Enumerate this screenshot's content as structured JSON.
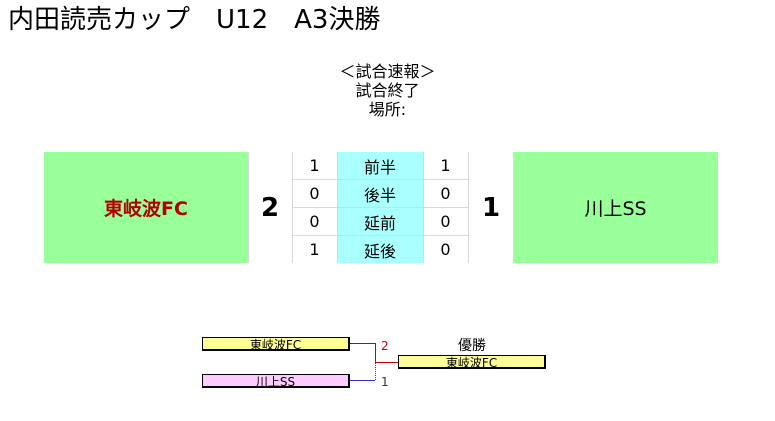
{
  "title": "内田読売カップ　U12　A3決勝",
  "info": {
    "report_label": "＜試合速報＞",
    "status": "試合終了",
    "venue_label": "場所:"
  },
  "match": {
    "home_team": "東岐波FC",
    "away_team": "川上SS",
    "home_total": "2",
    "away_total": "1",
    "periods": [
      {
        "label": "前半",
        "home": "1",
        "away": "1"
      },
      {
        "label": "後半",
        "home": "0",
        "away": "0"
      },
      {
        "label": "延前",
        "home": "0",
        "away": "0"
      },
      {
        "label": "延後",
        "home": "1",
        "away": "0"
      }
    ]
  },
  "bracket": {
    "home_team": "東岐波FC",
    "away_team": "川上SS",
    "home_score": "2",
    "away_score": "1",
    "winner_label": "優勝",
    "winner": "東岐波FC"
  },
  "colors": {
    "team_bg": "#99ff99",
    "period_label_bg": "#aaffff",
    "home_name": "#b00000",
    "winner_line": "#cc0000",
    "loser_line": "#3333cc"
  }
}
